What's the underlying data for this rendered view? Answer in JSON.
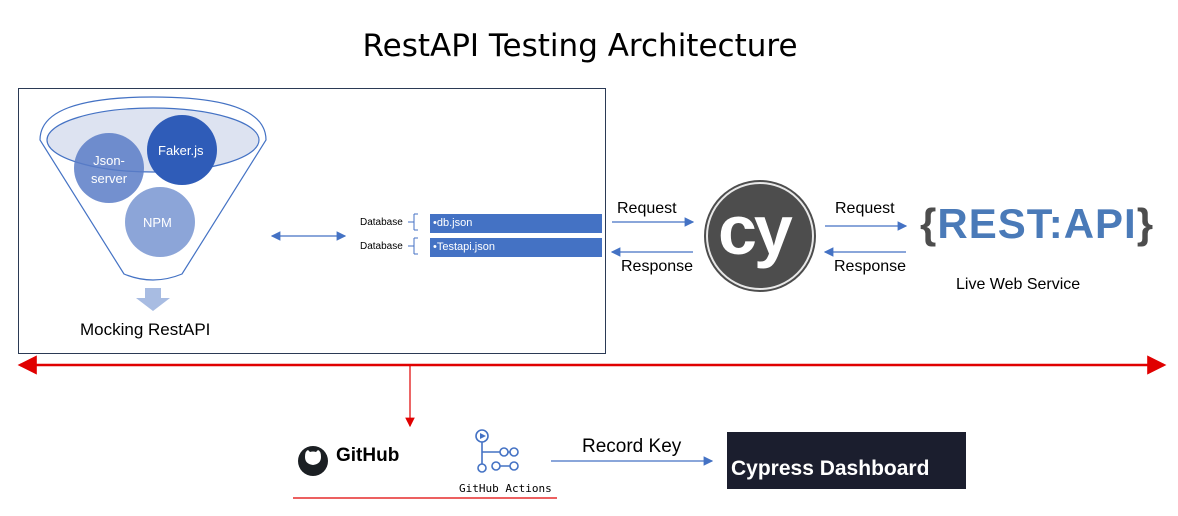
{
  "title": "RestAPI Testing Architecture",
  "mocking": {
    "caption": "Mocking RestAPI",
    "circles": [
      "Json-\nserver",
      "Faker.js",
      "NPM"
    ],
    "json_server_line1": "Json-",
    "json_server_line2": "server",
    "faker": "Faker.js",
    "npm": "NPM"
  },
  "databases": [
    {
      "label": "Database",
      "file": "•db.json"
    },
    {
      "label": "Database",
      "file": "•Testapi.json"
    }
  ],
  "cypress_flow": {
    "request_left": "Request",
    "response_left": "Response",
    "request_right": "Request",
    "response_right": "Response",
    "cy_logo_text": "cy"
  },
  "live_service": {
    "logo_brace_open": "{",
    "logo_text": "REST:API",
    "logo_brace_close": "}",
    "caption": "Live Web Service"
  },
  "ci": {
    "github_label": "GitHub",
    "actions_label": "GitHub Actions",
    "record_key": "Record Key",
    "dashboard_label": "Cypress Dashboard"
  },
  "colors": {
    "accent_blue": "#4472c4",
    "separator_red": "#e00000",
    "dashboard_bg": "#1b1e2e"
  }
}
